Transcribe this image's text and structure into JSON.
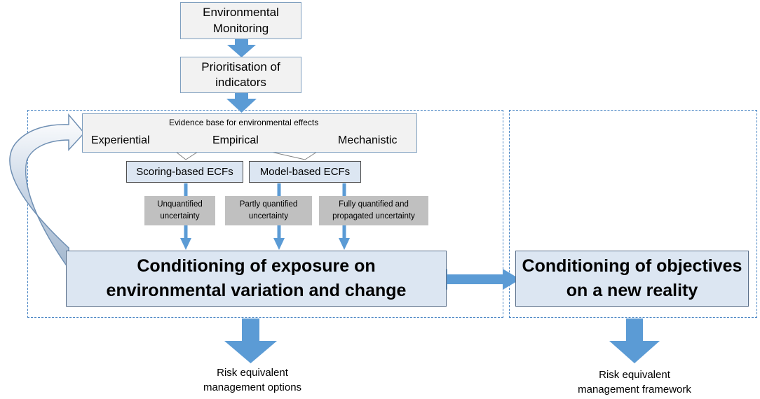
{
  "top": {
    "monitoring": "Environmental Monitoring",
    "prioritisation_line1": "Prioritisation of",
    "prioritisation_line2": "indicators"
  },
  "evidence": {
    "title": "Evidence base for environmental effects",
    "experiential": "Experiential",
    "empirical": "Empirical",
    "mechanistic": "Mechanistic"
  },
  "ecfs": {
    "scoring": "Scoring-based ECFs",
    "model": "Model-based ECFs"
  },
  "uncertainty": {
    "unquantified_l1": "Unquantified",
    "unquantified_l2": "uncertainty",
    "partly_l1": "Partly quantified",
    "partly_l2": "uncertainty",
    "fully_l1": "Fully quantified and",
    "fully_l2": "propagated uncertainty"
  },
  "conditioning": {
    "exposure_l1": "Conditioning of exposure on",
    "exposure_l2": "environmental variation and change",
    "objectives_l1": "Conditioning of objectives",
    "objectives_l2": "on a new reality"
  },
  "outputs": {
    "options_l1": "Risk equivalent",
    "options_l2": "management options",
    "framework_l1": "Risk equivalent",
    "framework_l2": "management framework"
  },
  "colors": {
    "arrow_blue": "#5b9bd5",
    "box_light_blue": "#dce6f2",
    "box_grey": "#f2f2f2",
    "uncertainty_grey": "#c0c0c0",
    "dashed_border": "#4a86c4"
  }
}
